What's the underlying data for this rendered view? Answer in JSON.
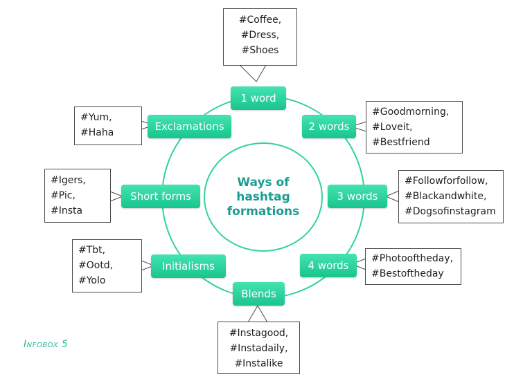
{
  "center_title": "Ways of\nhashtag\nformations",
  "infobox_label": "Infobox 5",
  "categories": {
    "one_word": "1 word",
    "two_words": "2 words",
    "three_words": "3 words",
    "four_words": "4 words",
    "blends": "Blends",
    "initialisms": "Initialisms",
    "short_forms": "Short forms",
    "exclamations": "Exclamations"
  },
  "examples": {
    "one_word": "#Coffee,\n#Dress,\n#Shoes",
    "two_words": "#Goodmorning,\n#Loveit,\n#Bestfriend",
    "three_words": "#Followforfollow,\n#Blackandwhite,\n#Dogsofinstagram",
    "four_words": "#Photooftheday,\n#Bestoftheday",
    "blends": "#Instagood,\n#Instadaily,\n#Instalike",
    "initialisms": "#Tbt,\n#Ootd,\n#Yolo",
    "short_forms": "#Igers,\n#Pic,\n#Insta",
    "exclamations": "#Yum,\n#Haha"
  },
  "colors": {
    "accent": "#2fd39a",
    "pill_top": "#44e3b1",
    "pill_bottom": "#18c58d",
    "title": "#1a9c93",
    "border": "#4a4a4a"
  }
}
